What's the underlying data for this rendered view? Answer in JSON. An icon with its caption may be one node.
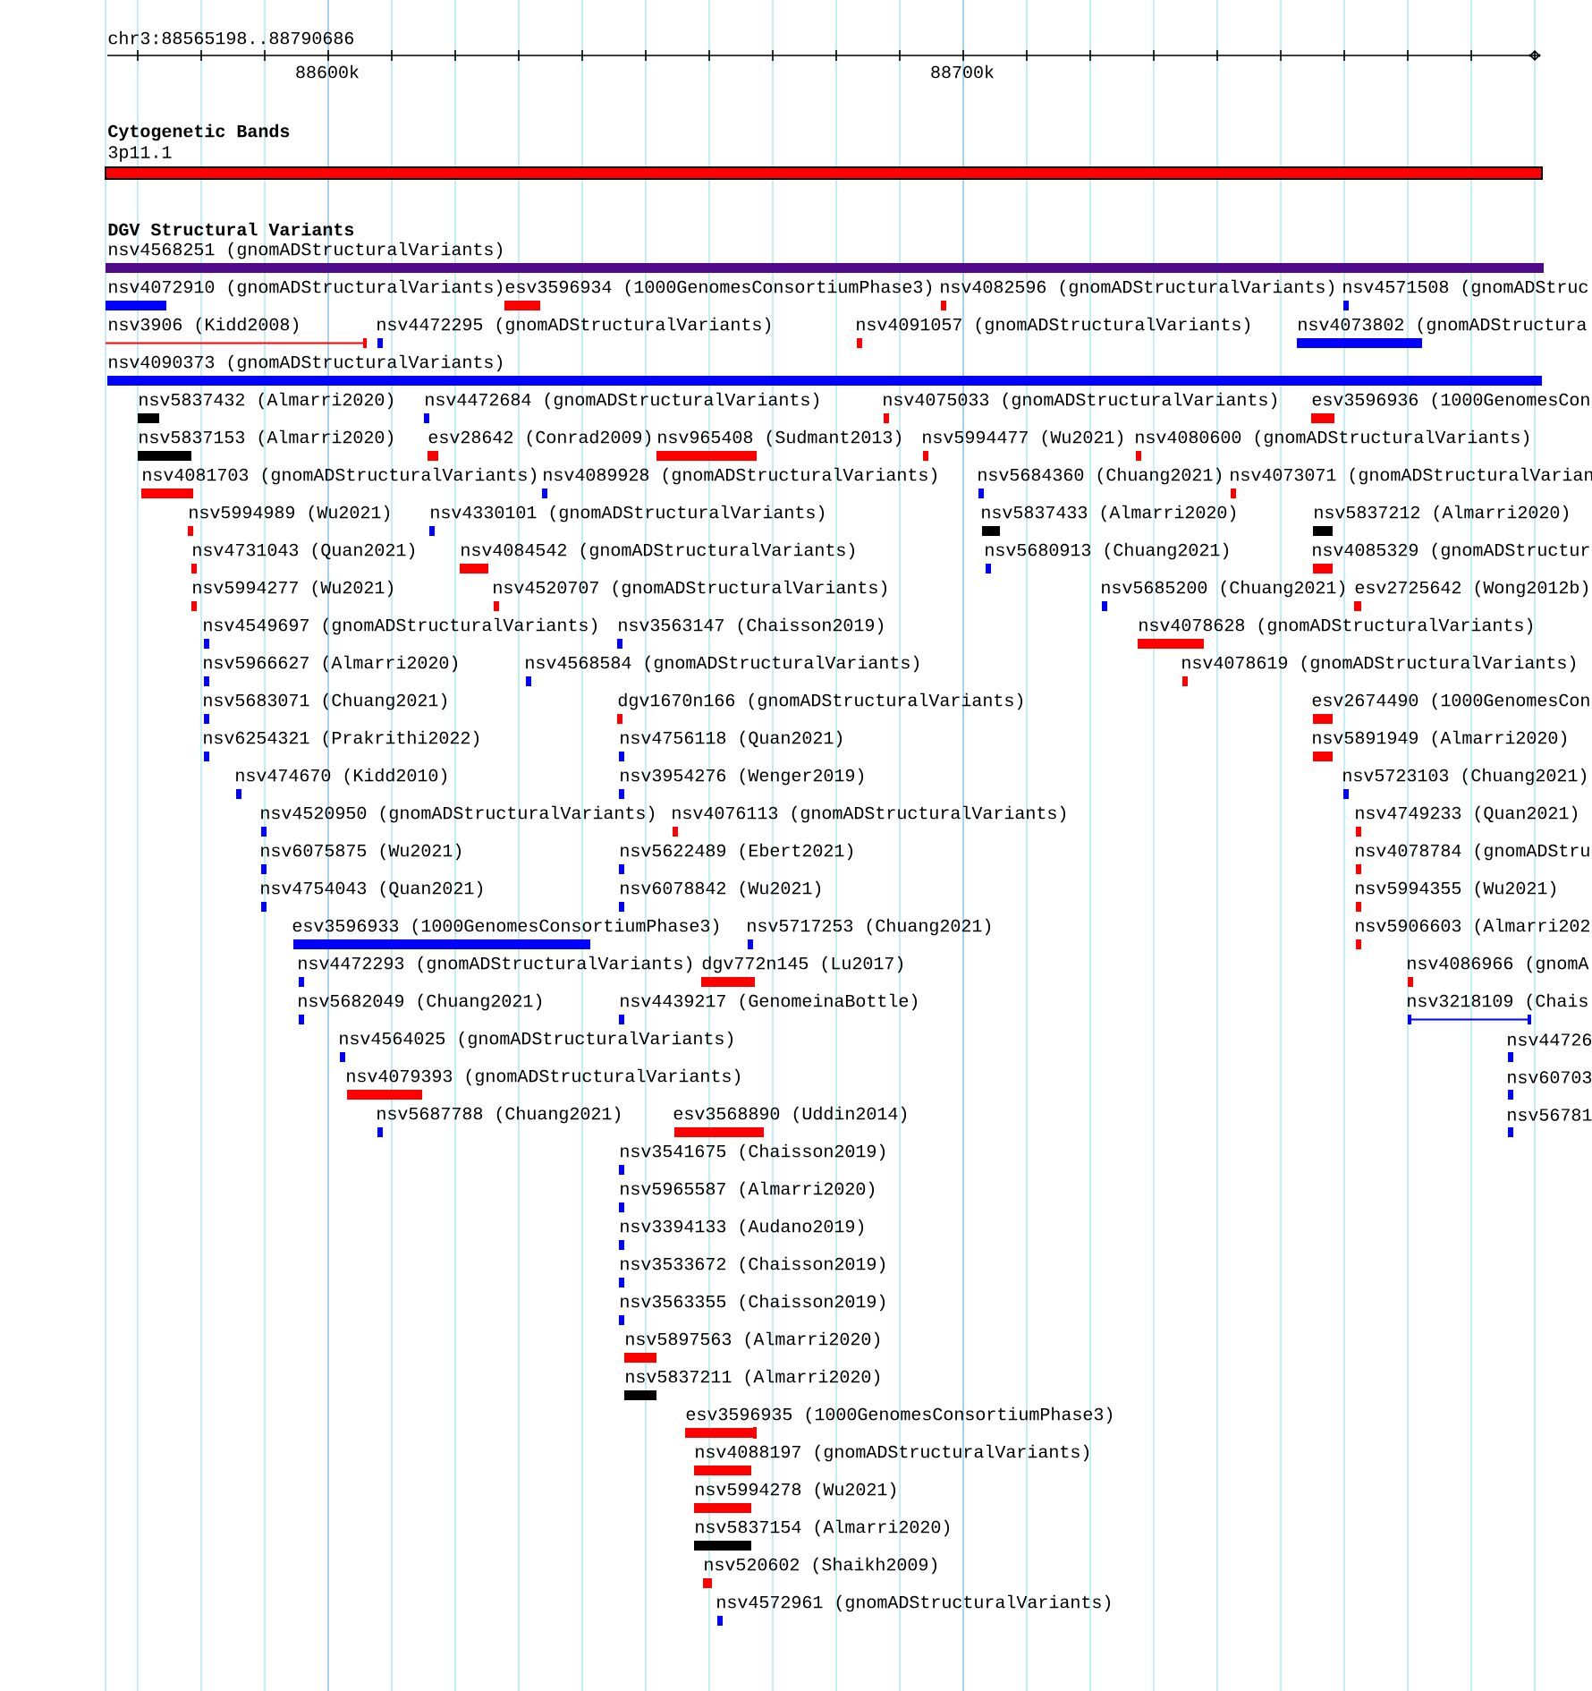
{
  "diagram": {
    "labels": [
      "chr3:88565198..88790686",
      "88600k",
      "88700k",
      "Cytogenetic Bands",
      "3p11.1",
      "DGV Structural Variants",
      "nsv4568251 (gnomADStructuralVariants)",
      "nsv4072910 (gnomADStructuralVariants)",
      "esv3596934 (1000GenomesConsortiumPhase3)",
      "nsv4082596 (gnomADStructuralVariants)",
      "nsv4571508 (gnomADStruc",
      "nsv3906 (Kidd2008)",
      "nsv4472295 (gnomADStructuralVariants)",
      "nsv4091057 (gnomADStructuralVariants)",
      "nsv4073802 (gnomADStructura",
      "nsv4090373 (gnomADStructuralVariants)",
      "nsv5837432 (Almarri2020)",
      "nsv4472684 (gnomADStructuralVariants)",
      "nsv4075033 (gnomADStructuralVariants)",
      "esv3596936 (1000GenomesCon",
      "nsv5837153 (Almarri2020)",
      "esv28642 (Conrad2009)",
      "nsv965408 (Sudmant2013)",
      "nsv5994477 (Wu2021)",
      "nsv4080600 (gnomADStructuralVariants)",
      "nsv4081703 (gnomADStructuralVariants)",
      "nsv4089928 (gnomADStructuralVariants)",
      "nsv5684360 (Chuang2021)",
      "nsv4073071 (gnomADStructuralVarian",
      "nsv5994989 (Wu2021)",
      "nsv4330101 (gnomADStructuralVariants)",
      "nsv5837433 (Almarri2020)",
      "nsv5837212 (Almarri2020)",
      "nsv4731043 (Quan2021)",
      "nsv4084542 (gnomADStructuralVariants)",
      "nsv5680913 (Chuang2021)",
      "nsv4085329 (gnomADStructur",
      "nsv5994277 (Wu2021)",
      "nsv4520707 (gnomADStructuralVariants)",
      "nsv5685200 (Chuang2021)",
      "esv2725642 (Wong2012b)",
      "nsv4549697 (gnomADStructuralVariants)",
      "nsv3563147 (Chaisson2019)",
      "nsv4078628 (gnomADStructuralVariants)",
      "nsv5966627 (Almarri2020)",
      "nsv4568584 (gnomADStructuralVariants)",
      "nsv4078619 (gnomADStructuralVariants)",
      "nsv5683071 (Chuang2021)",
      "dgv1670n166 (gnomADStructuralVariants)",
      "esv2674490 (1000GenomesCon",
      "nsv6254321 (Prakrithi2022)",
      "nsv4756118 (Quan2021)",
      "nsv5891949 (Almarri2020)",
      "nsv474670 (Kidd2010)",
      "nsv3954276 (Wenger2019)",
      "nsv5723103 (Chuang2021)",
      "nsv4520950 (gnomADStructuralVariants)",
      "nsv4076113 (gnomADStructuralVariants)",
      "nsv4749233 (Quan2021)",
      "nsv6075875 (Wu2021)",
      "nsv5622489 (Ebert2021)",
      "nsv4078784 (gnomADStru",
      "nsv4754043 (Quan2021)",
      "nsv6078842 (Wu2021)",
      "nsv5994355 (Wu2021)",
      "esv3596933 (1000GenomesConsortiumPhase3)",
      "nsv5717253 (Chuang2021)",
      "nsv5906603 (Almarri202",
      "nsv4472293 (gnomADStructuralVariants)",
      "dgv772n145 (Lu2017)",
      "nsv4086966 (gnomA",
      "nsv5682049 (Chuang2021)",
      "nsv4439217 (GenomeinaBottle)",
      "nsv3218109 (Chais",
      "nsv4564025 (gnomADStructuralVariants)",
      "nsv44726",
      "nsv4079393 (gnomADStructuralVariants)",
      "nsv60703",
      "nsv5687788 (Chuang2021)",
      "esv3568890 (Uddin2014)",
      "nsv56781",
      "nsv3541675 (Chaisson2019)",
      "nsv5965587 (Almarri2020)",
      "nsv3394133 (Audano2019)",
      "nsv3533672 (Chaisson2019)",
      "nsv3563355 (Chaisson2019)",
      "nsv5897563 (Almarri2020)",
      "nsv5837211 (Almarri2020)",
      "esv3596935 (1000GenomesConsortiumPhase3)",
      "nsv4088197 (gnomADStructuralVariants)",
      "nsv5994278 (Wu2021)",
      "nsv5837154 (Almarri2020)",
      "nsv520602 (Shaikh2009)",
      "nsv4572961 (gnomADStructuralVariants)"
    ]
  }
}
